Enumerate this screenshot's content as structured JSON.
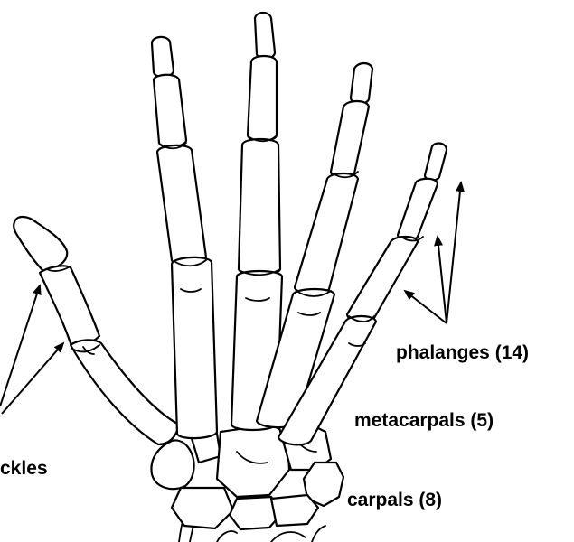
{
  "labels": {
    "knuckles": "ckles",
    "phalanges": "phalanges (14)",
    "metacarpals": "metacarpals (5)",
    "carpals": "carpals (8)"
  }
}
